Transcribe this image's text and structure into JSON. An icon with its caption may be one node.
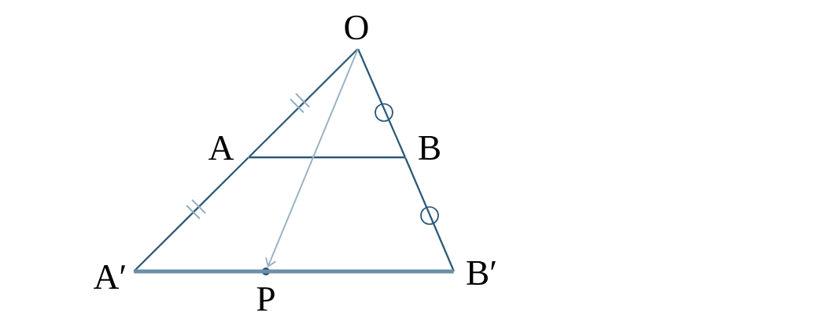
{
  "diagram": {
    "nodes": [
      {
        "text": [
          "O"
        ]
      },
      {
        "text": [
          "A"
        ]
      },
      {
        "text": [
          "B"
        ]
      },
      {
        "text": [
          "A′"
        ]
      },
      {
        "text": [
          "B′"
        ]
      },
      {
        "text": [
          "P"
        ]
      }
    ],
    "edges": [
      {
        "from": 0,
        "to": 1,
        "arrow": "none"
      },
      {
        "from": 1,
        "to": 3,
        "arrow": "none"
      },
      {
        "from": 0,
        "to": 2,
        "arrow": "none"
      },
      {
        "from": 2,
        "to": 4,
        "arrow": "none"
      },
      {
        "from": 1,
        "to": 2,
        "arrow": "none"
      },
      {
        "from": 3,
        "to": 4,
        "arrow": "none",
        "style": "thick",
        "color": "#6b8fa6"
      },
      {
        "from": 0,
        "to": 5,
        "arrow": "to",
        "color": "#9bb3c4"
      }
    ]
  }
}
